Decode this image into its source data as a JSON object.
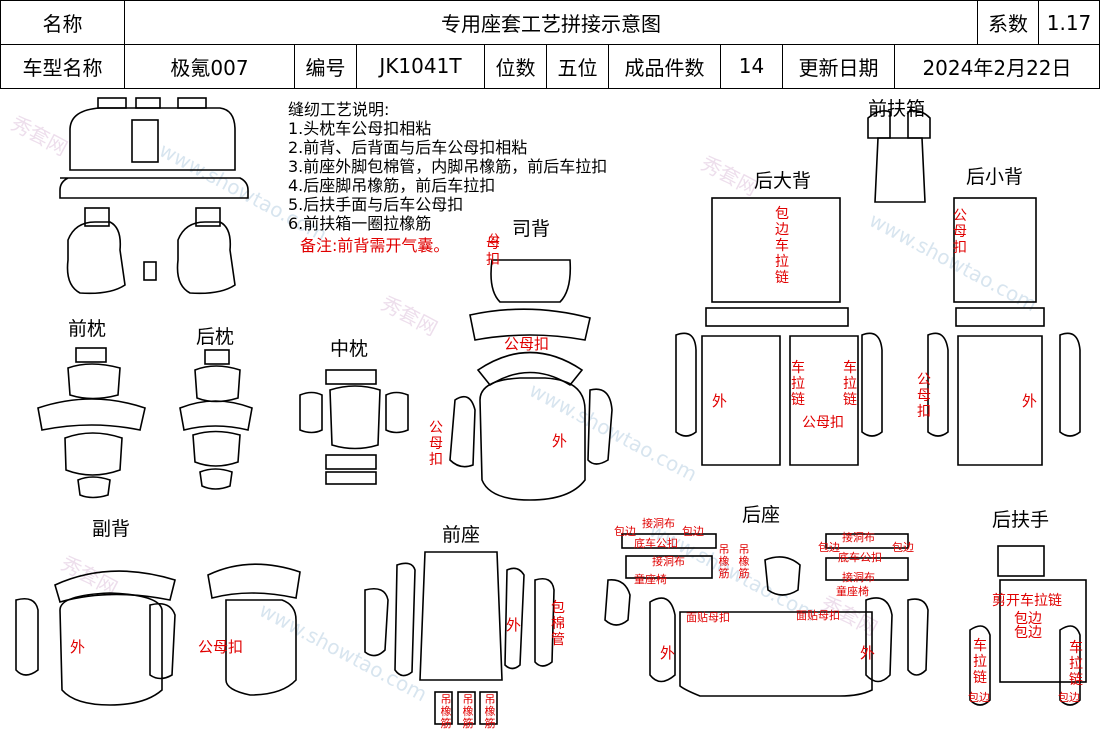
{
  "header": {
    "name_label": "名称",
    "title": "专用座套工艺拼接示意图",
    "coef_label": "系数",
    "coef_value": "1.17",
    "model_label": "车型名称",
    "model_value": "极氪007",
    "code_label": "编号",
    "code_value": "JK1041T",
    "seat_label": "位数",
    "seat_value": "五位",
    "pieces_label": "成品件数",
    "pieces_value": "14",
    "update_label": "更新日期",
    "update_value": "2024年2月22日"
  },
  "notes": {
    "heading": "缝纫工艺说明:",
    "items": [
      "1.头枕车公母扣相粘",
      "2.前背、后背面与后车公母扣相粘",
      "3.前座外脚包棉管，内脚吊橡筋，前后车拉扣",
      "4.后座脚吊橡筋，前后车拉扣",
      "5.后扶手面与后车公母扣",
      "6.前扶箱一圈拉橡筋"
    ],
    "remark": "备注:前背需开气囊。"
  },
  "sections": {
    "front_headrest": "前枕",
    "rear_headrest": "后枕",
    "mid_headrest": "中枕",
    "driver_back": "司背",
    "front_box": "前扶箱",
    "rear_big_back": "后大背",
    "rear_small_back": "后小背",
    "passenger_back": "副背",
    "front_seat": "前座",
    "rear_seat": "后座",
    "rear_armrest": "后扶手"
  },
  "marks": {
    "gongmu_kou": "公母扣",
    "wai": "外",
    "bao_bian_che_la_lian": "包边车拉链",
    "che_la_lian": "车拉链",
    "bao_mian_guan": "包棉管",
    "diao_xiang_jin": "吊橡筋",
    "bao_bian": "包边",
    "jie_dong_bu": "接洞布",
    "di_zuo_gongkou": "底车公扣",
    "tongzuo_yi": "童座椅",
    "mian_tie_mu_kou": "面贴母扣",
    "jian_kai_che_la_lian": "剪开车拉链",
    "gong": "公",
    "mu_kou": "母扣"
  },
  "watermark": [
    "秀套网",
    "www.showtao.com"
  ]
}
